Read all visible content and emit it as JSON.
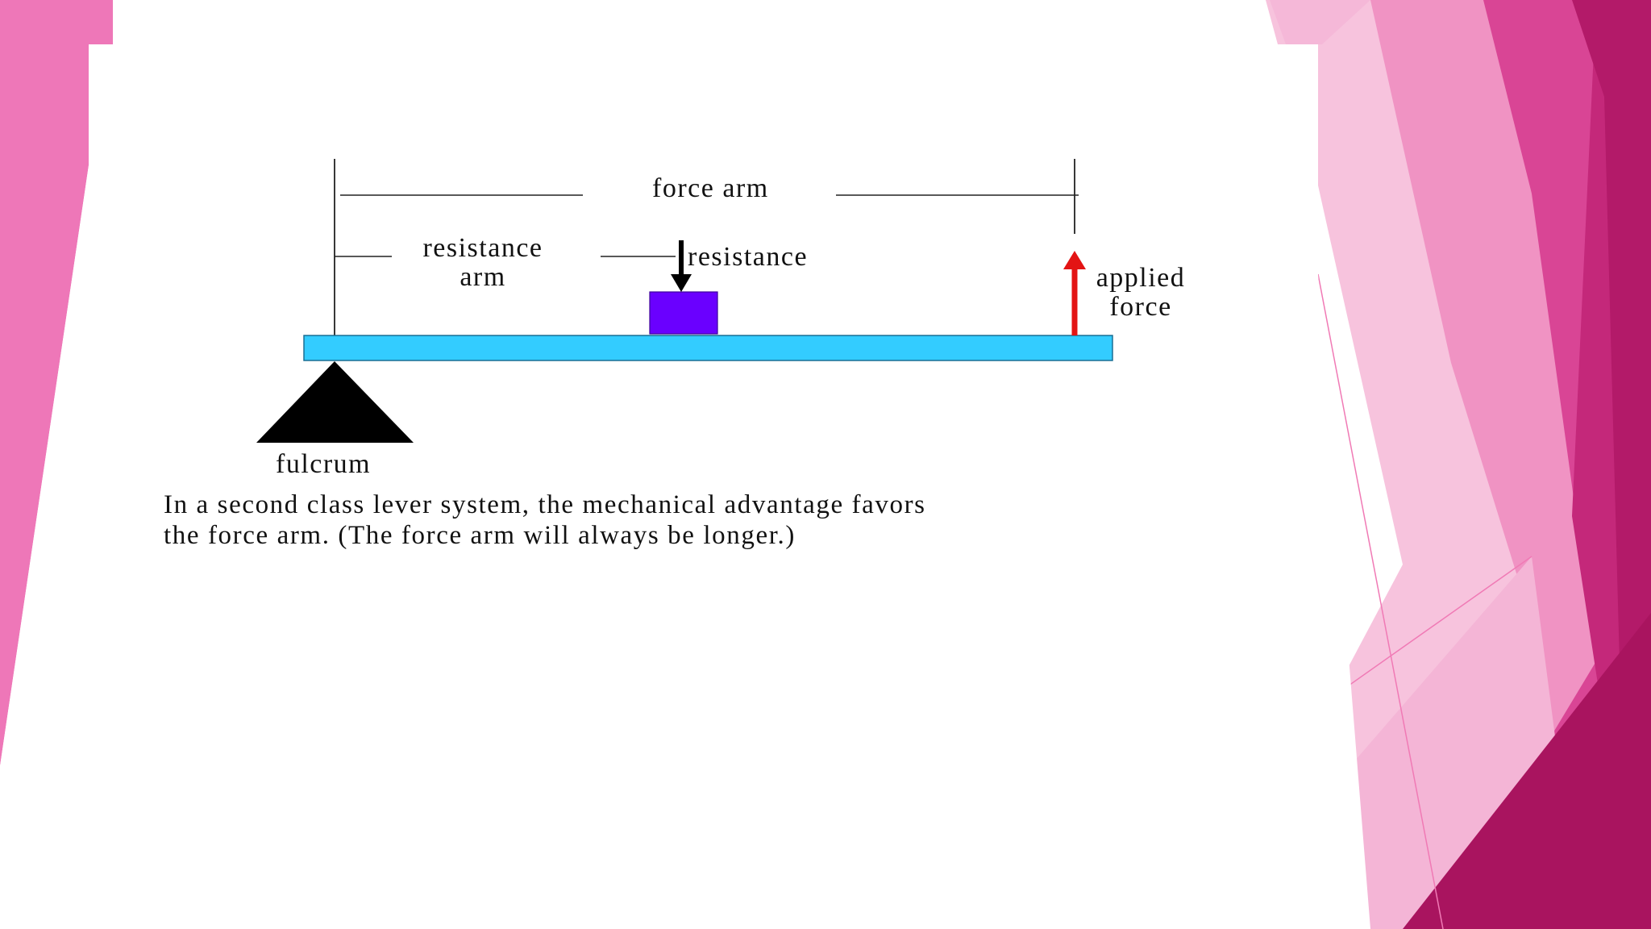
{
  "diagram": {
    "labels": {
      "force_arm": "force arm",
      "resistance_arm_line1": "resistance",
      "resistance_arm_line2": "arm",
      "resistance": "resistance",
      "applied_force_line1": "applied",
      "applied_force_line2": "force",
      "fulcrum": "fulcrum"
    },
    "caption": {
      "line1": "In a second class lever system, the mechanical advantage favors",
      "line2": "the force arm. (The force arm will always be longer.)"
    }
  },
  "colors": {
    "lever_bar": "#33ccff",
    "resistance_box": "#6a00ff",
    "applied_force_arrow": "#e31414",
    "fulcrum": "#000000",
    "theme_pink_light": "#f3a6cf",
    "theme_pink": "#ee6fb4",
    "theme_magenta": "#c4287a",
    "theme_dark_magenta": "#a9145f"
  }
}
